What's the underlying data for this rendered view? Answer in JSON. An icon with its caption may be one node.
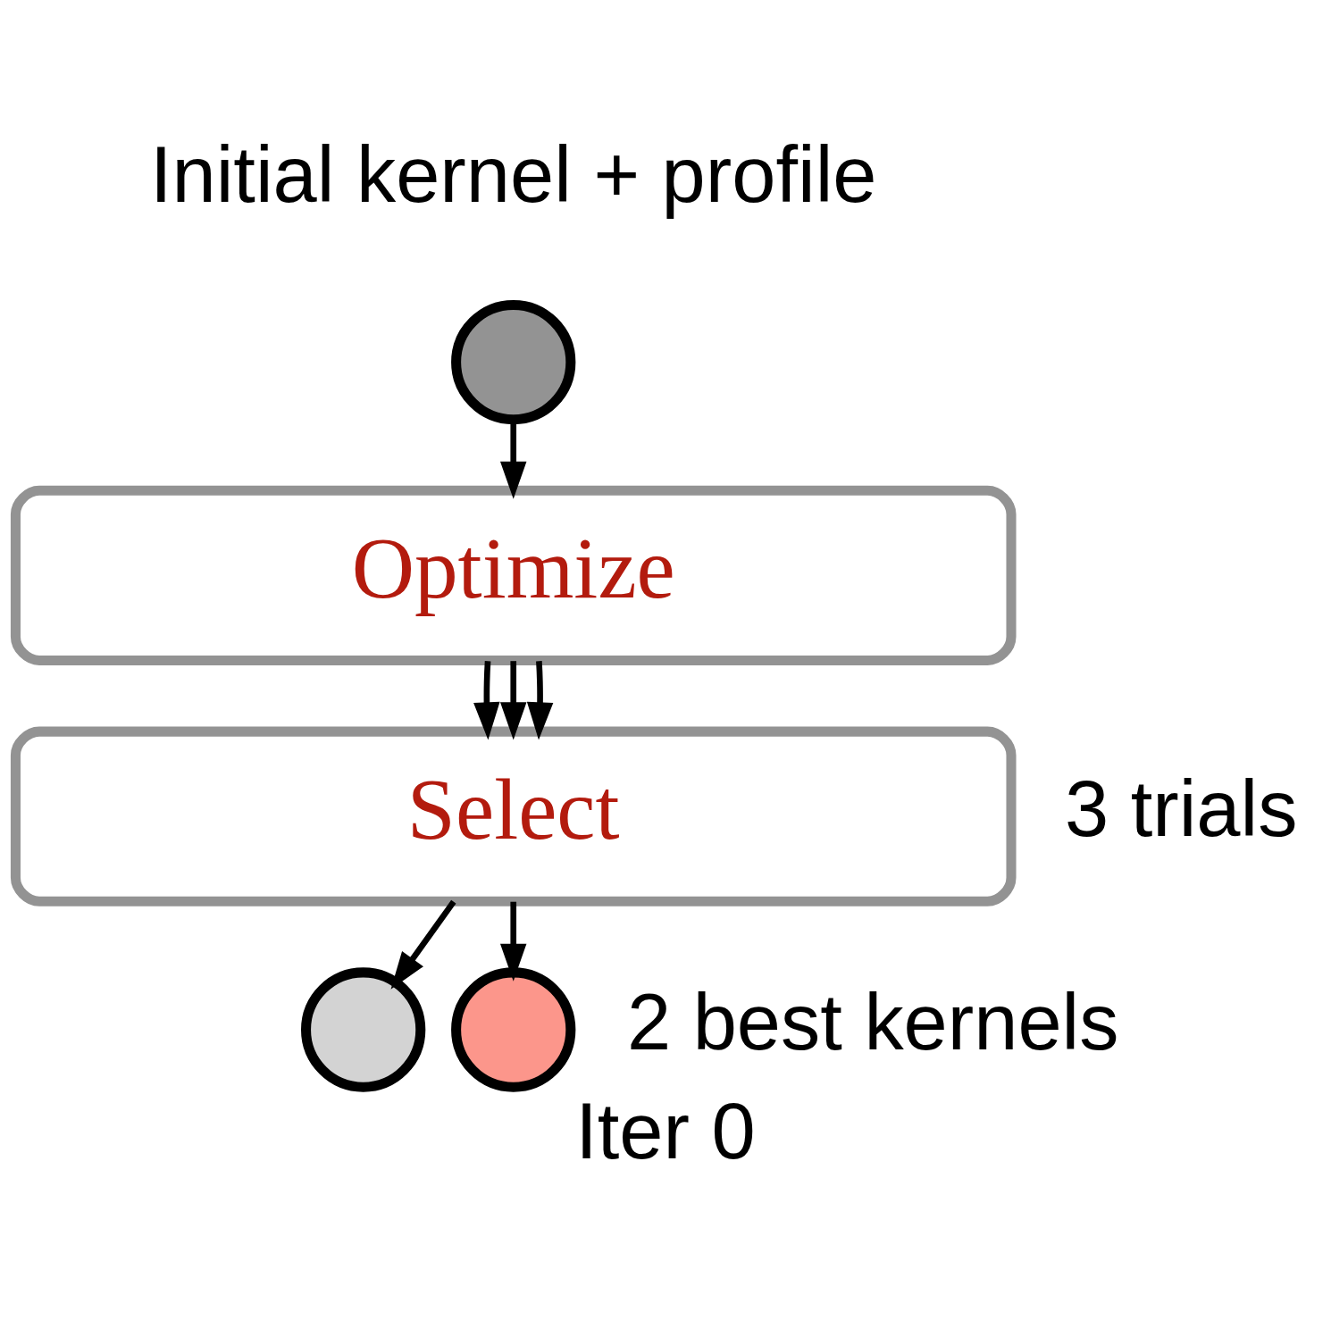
{
  "diagram": {
    "caption": "Iter 0",
    "nodes": [
      {
        "text": [],
        "shape": "circle",
        "beside": [
          "Initial kernel + profile"
        ]
      },
      {
        "text": [
          "Optimize"
        ]
      },
      {
        "text": [
          "Select"
        ]
      },
      {
        "text": [],
        "shape": "circle"
      },
      {
        "text": [],
        "shape": "circle"
      }
    ],
    "edges": [
      {
        "from": 0,
        "to": 1,
        "arrow": "to"
      },
      {
        "from": 1,
        "to": 2,
        "arrow": "to"
      },
      {
        "from": 1,
        "to": 2,
        "arrow": "to"
      },
      {
        "from": 1,
        "to": 2,
        "arrow": "to"
      },
      {
        "from": 2,
        "to": 3,
        "arrow": "to"
      },
      {
        "from": 2,
        "to": 4,
        "arrow": "to"
      }
    ],
    "labels": [
      "3 trials",
      "2 best kernels"
    ]
  }
}
